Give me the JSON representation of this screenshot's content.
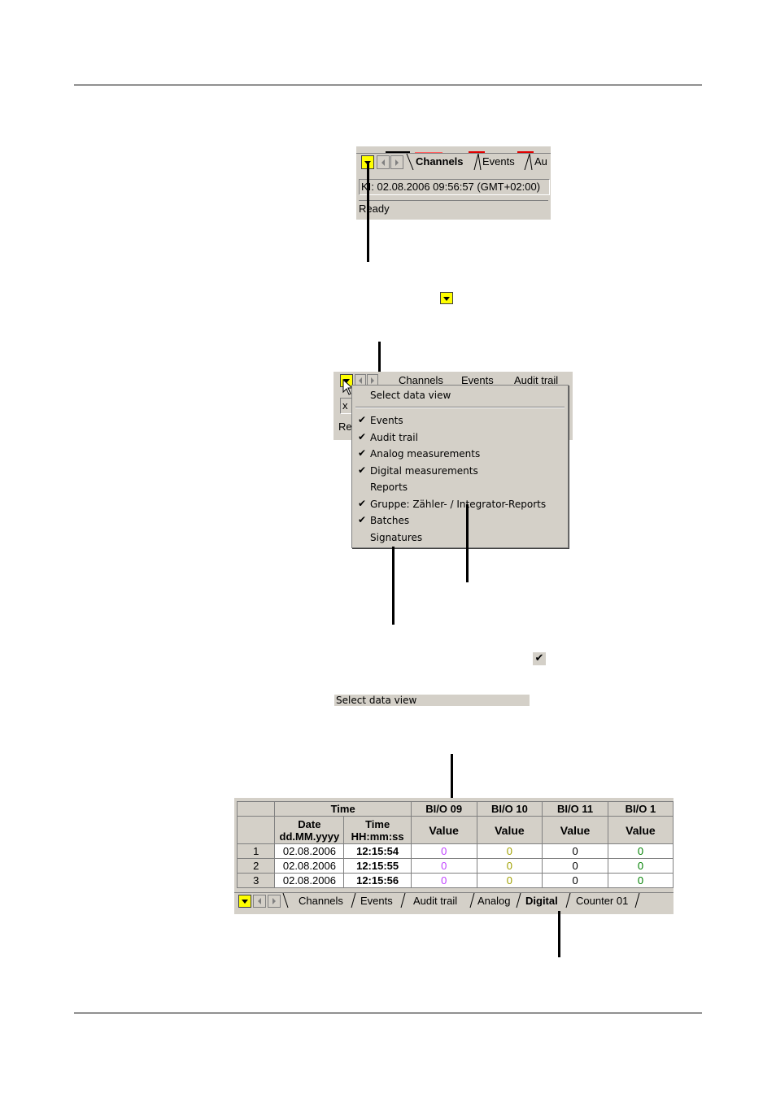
{
  "shot1": {
    "tabs": [
      "Channels",
      "Events",
      "Au"
    ],
    "time_field": "KI: 02.08.2006 09:56:57 (GMT+02:00)",
    "status": "Ready"
  },
  "shot2": {
    "tabs": [
      "Channels",
      "Events",
      "Audit trail"
    ],
    "field_left": "x",
    "status_left": "Re",
    "menu": {
      "header": "Select data view",
      "items": [
        {
          "label": "Events",
          "checked": true
        },
        {
          "label": "Audit trail",
          "checked": true
        },
        {
          "label": "Analog measurements",
          "checked": true
        },
        {
          "label": "Digital measurements",
          "checked": true
        },
        {
          "label": "Reports",
          "checked": false
        },
        {
          "label": "Gruppe: Zähler- / Integrator-Reports",
          "checked": true
        },
        {
          "label": "Batches",
          "checked": true
        },
        {
          "label": "Signatures",
          "checked": false
        }
      ],
      "check_glyph": "✔"
    }
  },
  "inline_check_glyph": "✔",
  "select_data_view_bar": "Select data view",
  "shot3": {
    "time_group": "Time",
    "date_header": [
      "Date",
      "dd.MM.yyyy"
    ],
    "time_header": [
      "Time",
      "HH:mm:ss"
    ],
    "channels": [
      "BI/O 09",
      "BI/O 10",
      "BI/O 11",
      "BI/O 1"
    ],
    "value_label": "Value",
    "rows": [
      {
        "n": "1",
        "date": "02.08.2006",
        "time": "12:15:54",
        "values": [
          "0",
          "0",
          "0",
          "0"
        ]
      },
      {
        "n": "2",
        "date": "02.08.2006",
        "time": "12:15:55",
        "values": [
          "0",
          "0",
          "0",
          "0"
        ]
      },
      {
        "n": "3",
        "date": "02.08.2006",
        "time": "12:15:56",
        "values": [
          "0",
          "0",
          "0",
          "0"
        ]
      }
    ],
    "value_colors": [
      "#c040ff",
      "#a0a000",
      "#000000",
      "#008000"
    ],
    "tabs": [
      "Channels",
      "Events",
      "Audit trail",
      "Analog",
      "Digital",
      "Counter 01"
    ],
    "active_tab": "Digital"
  }
}
